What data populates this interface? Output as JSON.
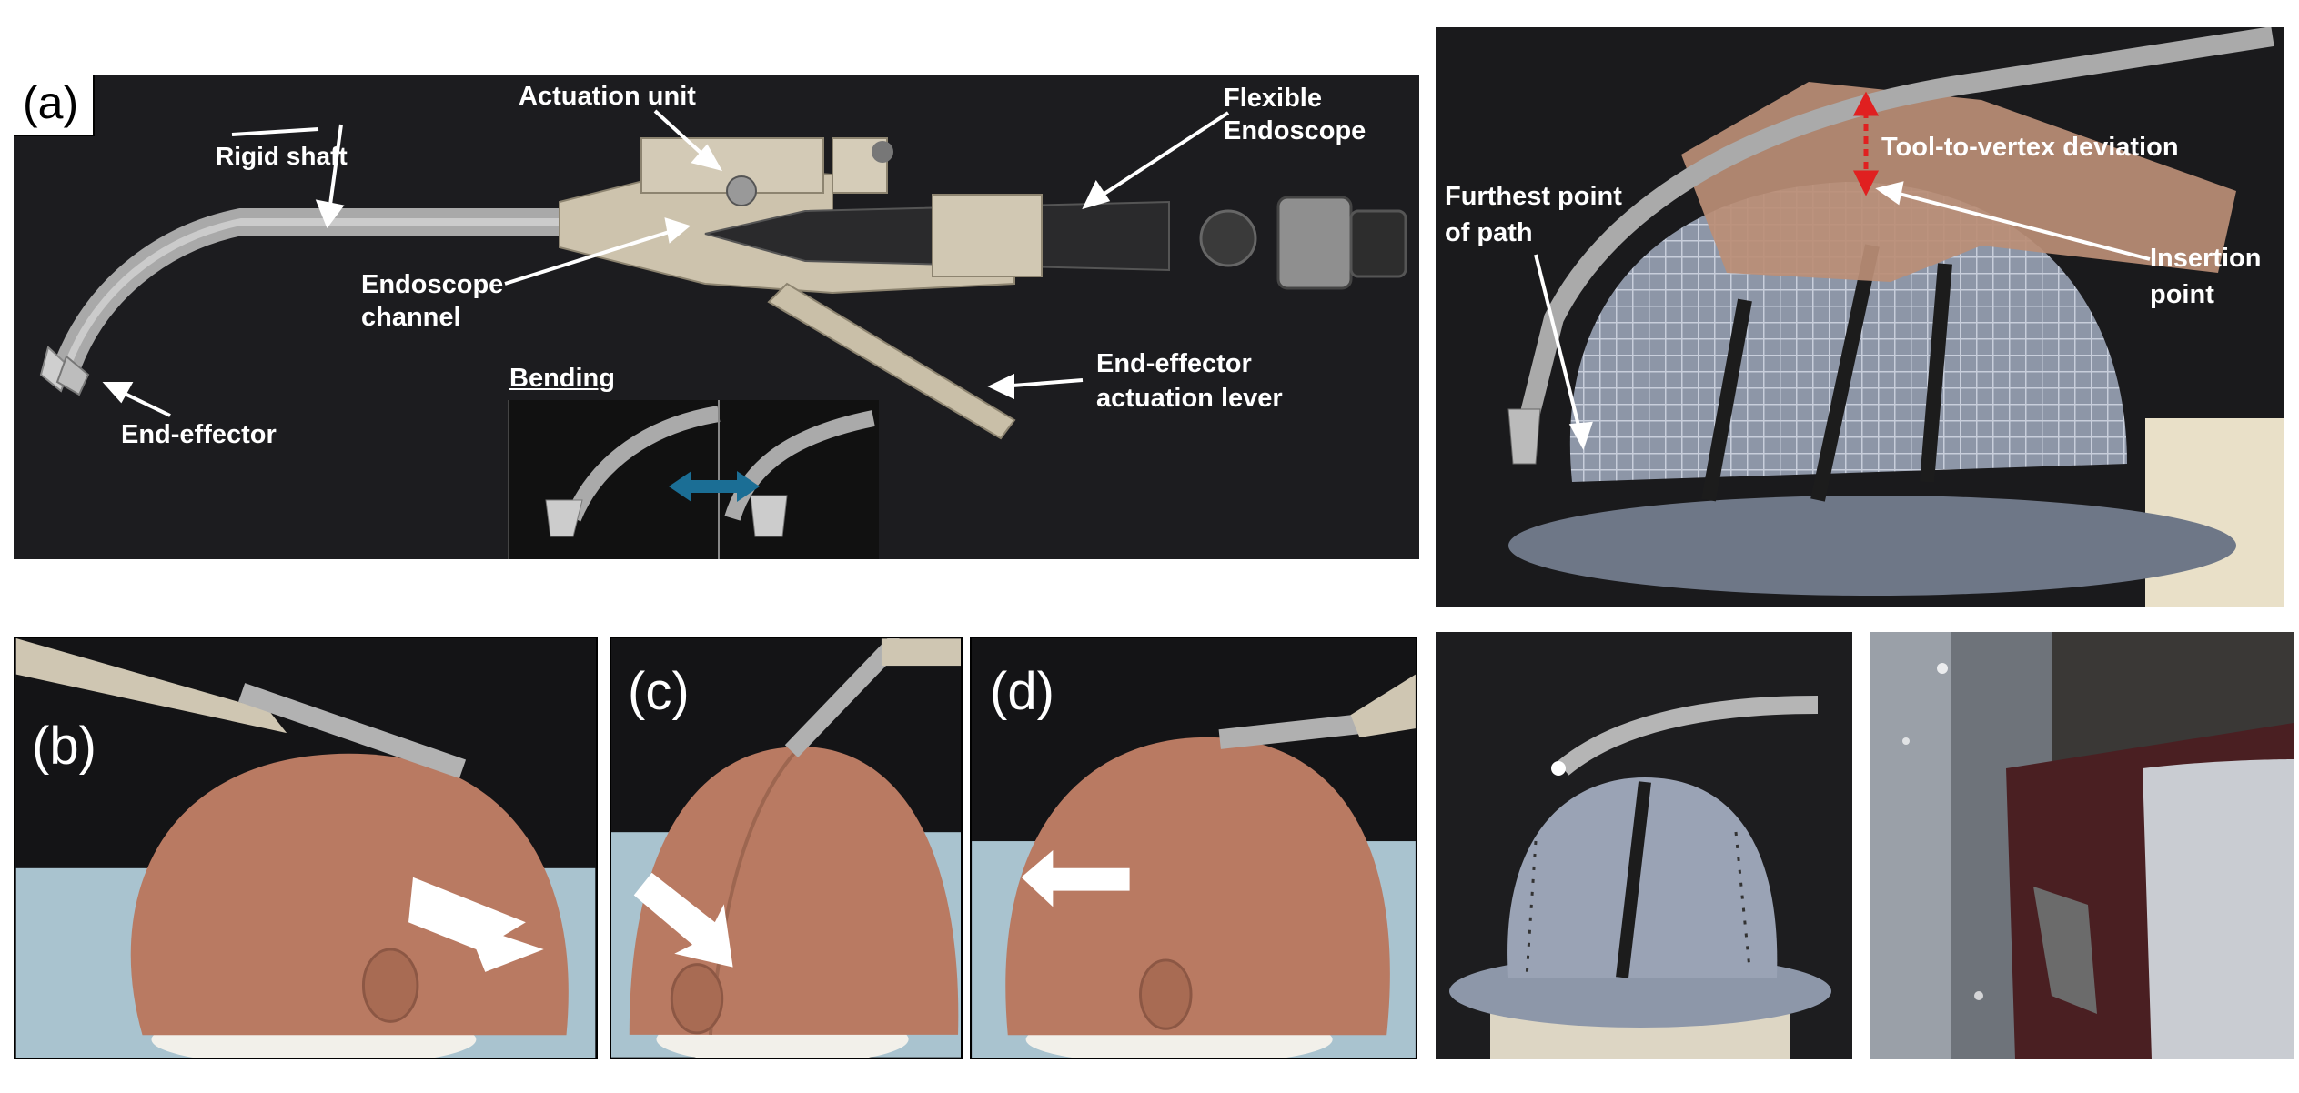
{
  "panel_a": {
    "letter": "(a)",
    "labels": {
      "rigid_shaft": "Rigid shaft",
      "actuation_unit": "Actuation  unit",
      "flexible_endoscope_1": "Flexible",
      "flexible_endoscope_2": "Endoscope",
      "endoscope_channel_1": "Endoscope",
      "endoscope_channel_2": "channel",
      "end_effector": "End-effector",
      "lever_1": "End-effector",
      "lever_2": "actuation lever",
      "bending": "Bending"
    }
  },
  "panel_phantom": {
    "labels": {
      "deviation": "Tool-to-vertex deviation",
      "furthest_1": "Furthest point",
      "furthest_2": "of path",
      "insertion_1": "Insertion",
      "insertion_2": "point"
    }
  },
  "panel_b": {
    "letter": "(b)"
  },
  "panel_c": {
    "letter": "(c)"
  },
  "panel_d": {
    "letter": "(d)"
  },
  "colors": {
    "background_dark": "#1b1b1d",
    "skin": "#b97a62",
    "metal": "#b8b8b8",
    "plastic": "#cfc6b2",
    "mesh_blue": "#8f97a6",
    "drape": "#a9c3cf",
    "arrow_blue": "#1b6e95",
    "arrow_red": "#e02020"
  }
}
